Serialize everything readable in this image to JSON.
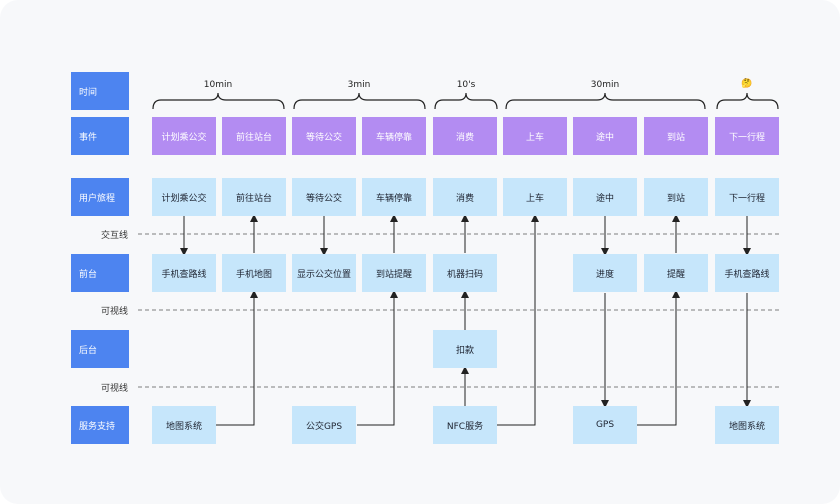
{
  "rows": {
    "time": "时间",
    "event": "事件",
    "journey": "用户旅程",
    "front": "前台",
    "back": "后台",
    "support": "服务支持"
  },
  "lines": {
    "interaction": "交互线",
    "visible1": "可视线",
    "visible2": "可视线"
  },
  "durations": [
    "10min",
    "3min",
    "10's",
    "30min",
    "🤔"
  ],
  "events": [
    "计划乘公交",
    "前往站台",
    "等待公交",
    "车辆停靠",
    "消费",
    "上车",
    "途中",
    "到站",
    "下一行程"
  ],
  "journey": [
    "计划乘公交",
    "前往站台",
    "等待公交",
    "车辆停靠",
    "消费",
    "上车",
    "途中",
    "到站",
    "下一行程"
  ],
  "front": {
    "c1": "手机查路线",
    "c2": "手机地图",
    "c3": "显示公交位置",
    "c4": "到站提醒",
    "c5": "机器扫码",
    "c7": "进度",
    "c8": "提醒",
    "c9": "手机查路线"
  },
  "back": {
    "c5": "扣款"
  },
  "support": {
    "c1": "地图系统",
    "c3": "公交GPS",
    "c5": "NFC服务",
    "c7": "GPS",
    "c9": "地图系统"
  },
  "colors": {
    "label": "#4d84f0",
    "event": "#b38cf2",
    "box": "#c6e6fb"
  }
}
